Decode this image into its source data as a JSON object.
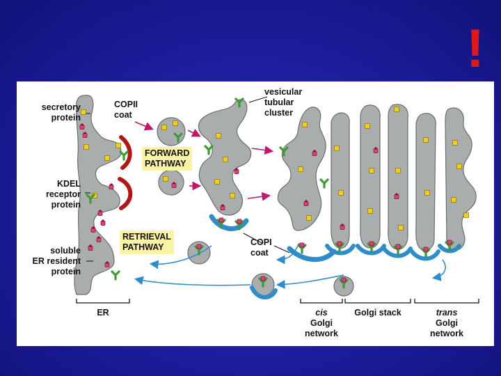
{
  "slide": {
    "mark": "!"
  },
  "labels": {
    "secretory_protein": [
      "secretory",
      "protein"
    ],
    "copii_coat": [
      "COPII",
      "coat"
    ],
    "kdel_receptor": [
      "KDEL",
      "receptor",
      "protein"
    ],
    "soluble_er_resident": [
      "soluble",
      "ER resident",
      "protein"
    ],
    "vesicular_tubular": [
      "vesicular",
      "tubular",
      "cluster"
    ],
    "copi_coat": [
      "COPI",
      "coat"
    ],
    "forward_pathway": [
      "FORWARD",
      "PATHWAY"
    ],
    "retrieval_pathway": [
      "RETRIEVAL",
      "PATHWAY"
    ],
    "er": "ER",
    "cis_golgi": [
      "cis",
      "Golgi",
      "network"
    ],
    "golgi_stack": "Golgi stack",
    "trans_golgi": [
      "trans",
      "Golgi",
      "network"
    ]
  },
  "colors": {
    "background": "#1c1c9a",
    "exclamation": "#e01818",
    "membrane": "#a9adad",
    "copii": "#b01818",
    "copi": "#2f8ccb",
    "kdel_receptor": "#58b548",
    "secretory_protein": "#f0cf1e",
    "er_resident_protein": "#e0407a",
    "label_box": "#fbf3a6",
    "arrow_forward": "#c0186a",
    "arrow_retrieval": "#2f8ccb"
  }
}
